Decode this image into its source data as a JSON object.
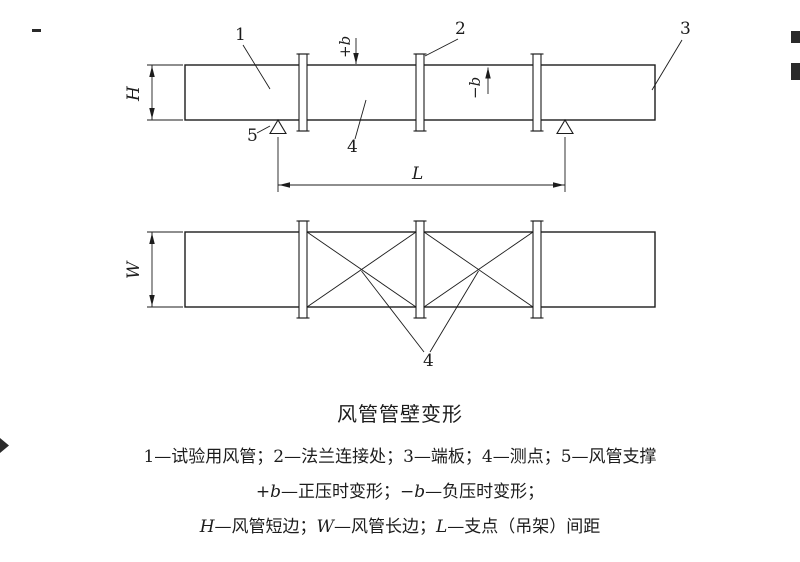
{
  "colors": {
    "ink": "#1c1c1c",
    "paper": "#ffffff"
  },
  "diagram": {
    "callouts": {
      "top_duct": "1",
      "flange": "2",
      "end_plate": "3",
      "measure_point_top": "4",
      "measure_point_bottom": "4",
      "support": "5"
    },
    "dims": {
      "height": "H",
      "width": "W",
      "span": "L",
      "plus_b": "+b",
      "minus_b": "−b"
    }
  },
  "caption": {
    "title": "风管管壁变形",
    "legend1": "1—试验用风管；2—法兰连接处；3—端板；4—测点；5—风管支撑",
    "legend2": {
      "plus_sign": "+",
      "b1": "b",
      "seg1": "—正压时变形；",
      "minus_sign": "−",
      "b2": "b",
      "seg2": "—负压时变形；"
    },
    "legend3": {
      "h": "H",
      "seg1": "—风管短边；",
      "w": "W",
      "seg2": "—风管长边；",
      "l": "L",
      "seg3": "—支点（吊架）间距"
    }
  }
}
